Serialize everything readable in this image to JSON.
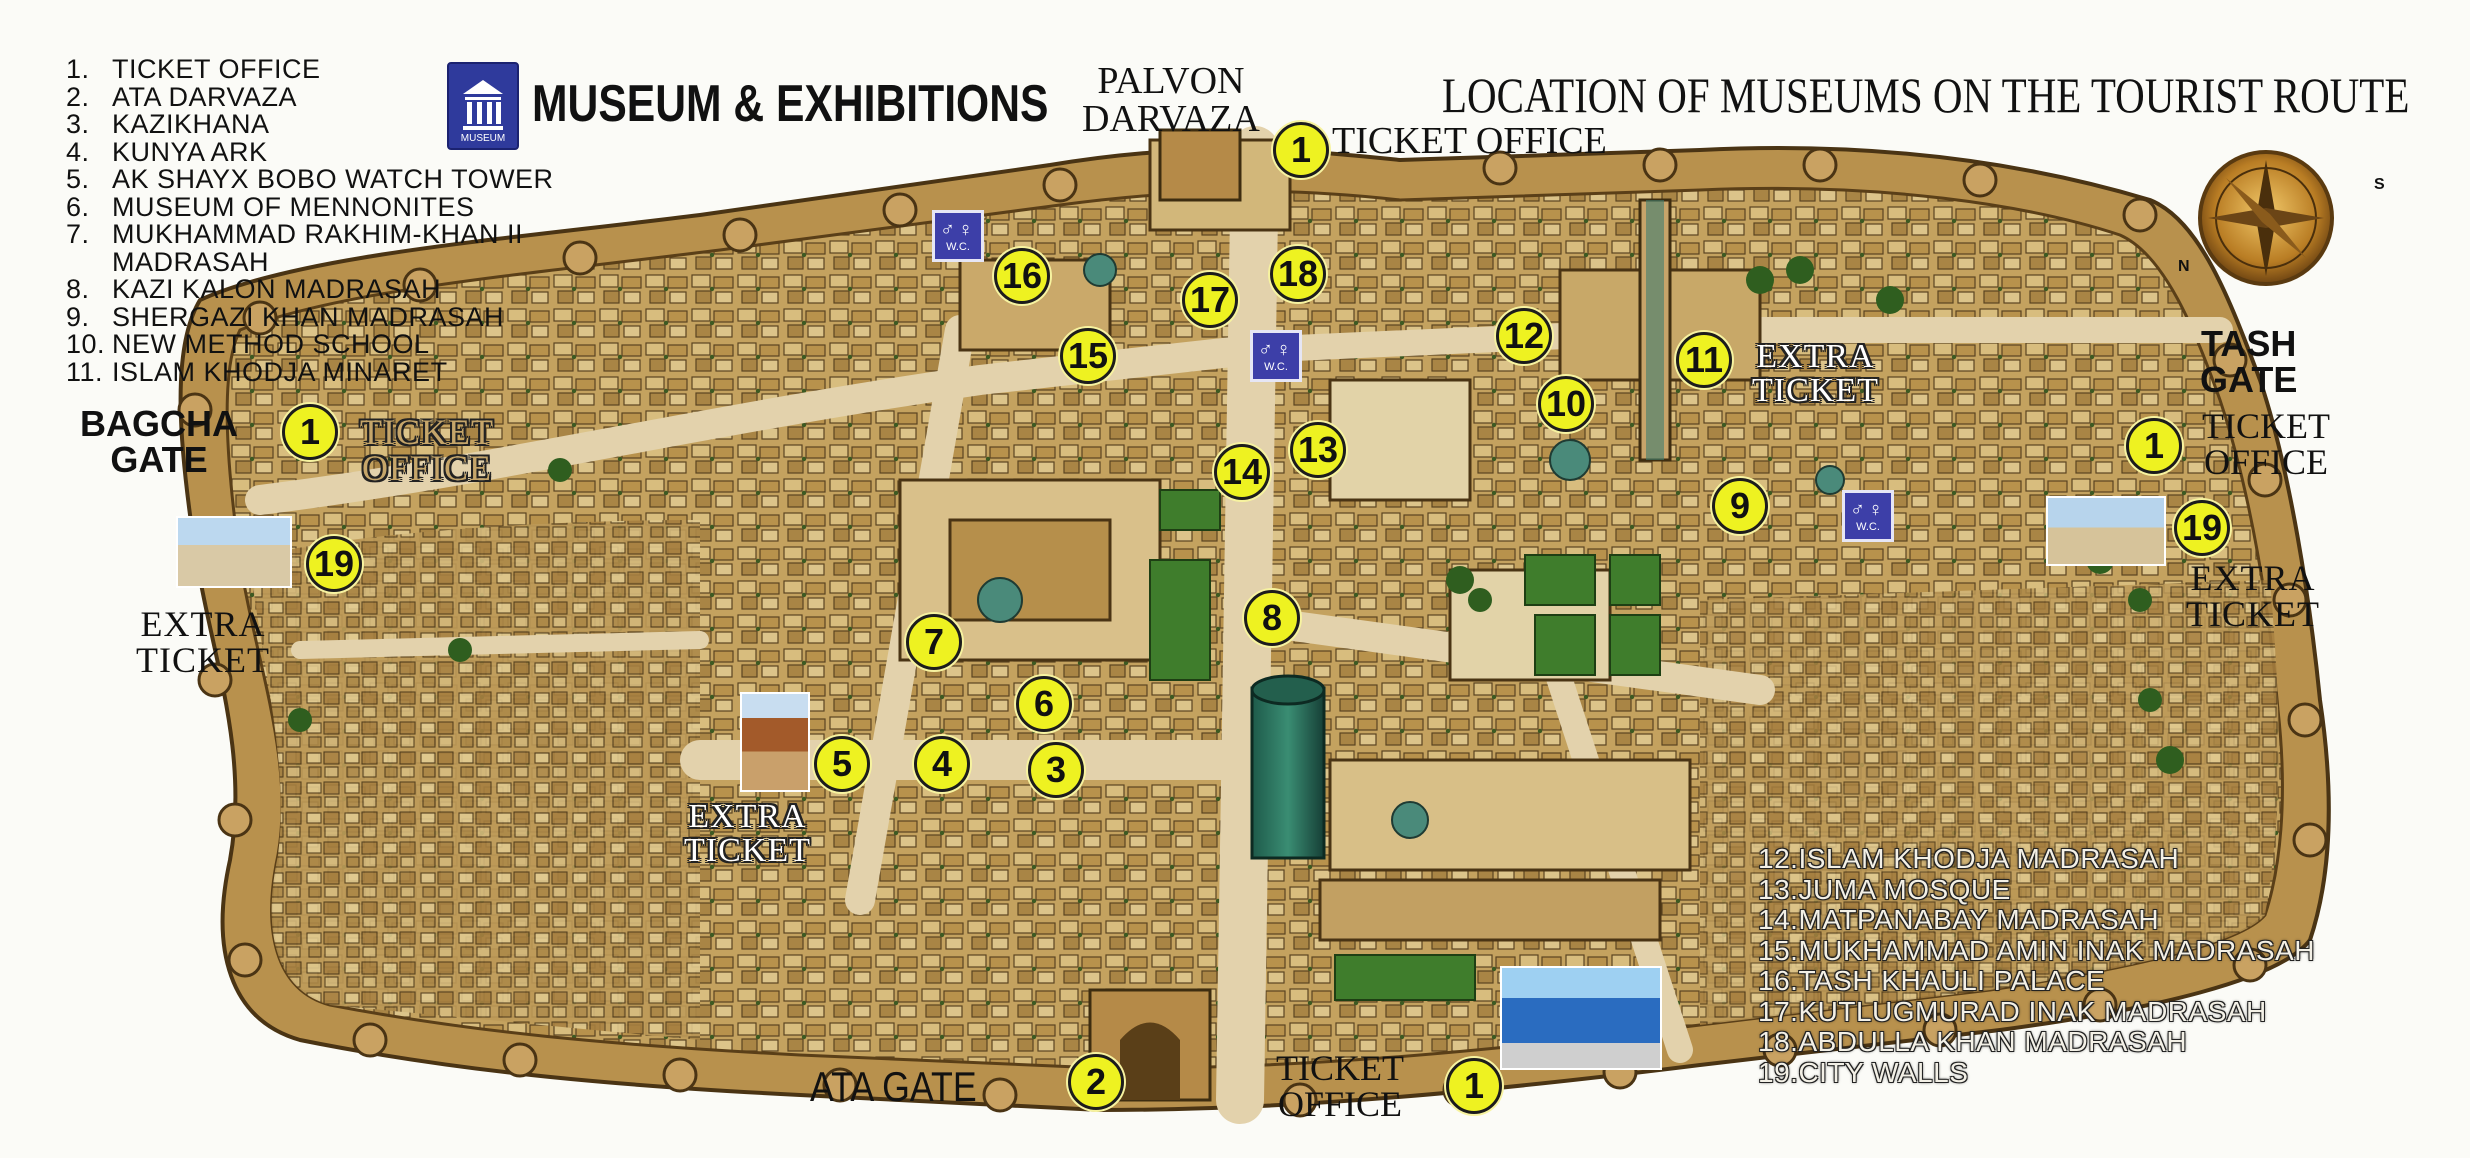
{
  "header": {
    "museum_title": "MUSEUM & EXHIBITIONS",
    "museum_icon_caption": "MUSEUM",
    "route_title": "LOCATION OF MUSEUMS ON THE TOURIST ROUTE"
  },
  "legend_left": [
    {
      "num": "1.",
      "text": "TICKET OFFICE"
    },
    {
      "num": "2.",
      "text": "ATA DARVAZA"
    },
    {
      "num": "3.",
      "text": "KAZIKHANA"
    },
    {
      "num": "4.",
      "text": "KUNYA ARK"
    },
    {
      "num": "5.",
      "text": "AK SHAYX BOBO WATCH TOWER"
    },
    {
      "num": "6.",
      "text": "MUSEUM OF MENNONITES"
    },
    {
      "num": "7.",
      "text": "MUKHAMMAD RAKHIM-KHAN II"
    },
    {
      "num": "",
      "text": "MADRASAH"
    },
    {
      "num": "8.",
      "text": "KAZI KALON MADRASAH"
    },
    {
      "num": "9.",
      "text": "SHERGAZI KHAN MADRASAH"
    },
    {
      "num": "10.",
      "text": "NEW METHOD SCHOOL"
    },
    {
      "num": "11.",
      "text": "ISLAM KHODJA MINARET"
    }
  ],
  "legend_right": [
    {
      "num": "12.",
      "text": "ISLAM KHODJA MADRASAH"
    },
    {
      "num": "13.",
      "text": "JUMA MOSQUE"
    },
    {
      "num": "14.",
      "text": "MATPANABAY MADRASAH"
    },
    {
      "num": "15.",
      "text": "MUKHAMMAD AMIN INAK MADRASAH"
    },
    {
      "num": "16.",
      "text": "TASH KHAULI PALACE"
    },
    {
      "num": "17.",
      "text": "KUTLUGMURAD INAK MADRASAH"
    },
    {
      "num": "18.",
      "text": "ABDULLA KHAN MADRASAH"
    },
    {
      "num": "19.",
      "text": "CITY WALLS"
    }
  ],
  "gates": {
    "palvon_line1": "PALVON",
    "palvon_line2": "DARVAZA",
    "bagcha_line1": "BAGCHA",
    "bagcha_line2": "GATE",
    "tash_line1": "TASH",
    "tash_line2": "GATE",
    "ata": "ATA GATE"
  },
  "labels": {
    "ticket_office_top": "TICKET OFFICE",
    "ticket_office_left_1": "TICKET",
    "ticket_office_left_2": "OFFICE",
    "ticket_office_right_1": "TICKET",
    "ticket_office_right_2": "OFFICE",
    "ticket_office_bottom_1": "TICKET",
    "ticket_office_bottom_2": "OFFICE",
    "extra_left_1": "EXTRA",
    "extra_left_2": "TICKET",
    "extra_center_1": "EXTRA",
    "extra_center_2": "TICKET",
    "extra_top_1": "EXTRA",
    "extra_top_2": "TICKET",
    "extra_right_1": "EXTRA",
    "extra_right_2": "TICKET"
  },
  "compass": {
    "n": "N",
    "s": "S"
  },
  "wc": {
    "symbol": "♂♀",
    "caption": "W.C."
  },
  "markers": [
    "1",
    "1",
    "1",
    "1",
    "2",
    "3",
    "4",
    "5",
    "6",
    "7",
    "8",
    "9",
    "10",
    "11",
    "12",
    "13",
    "14",
    "15",
    "16",
    "17",
    "18",
    "19",
    "19"
  ],
  "colors": {
    "marker_fill": "#eef221",
    "marker_border": "#1c1c1c",
    "city_fill": "#c9a868",
    "wall_fill": "#b48a45",
    "icon_blue": "#3d3fa8"
  }
}
